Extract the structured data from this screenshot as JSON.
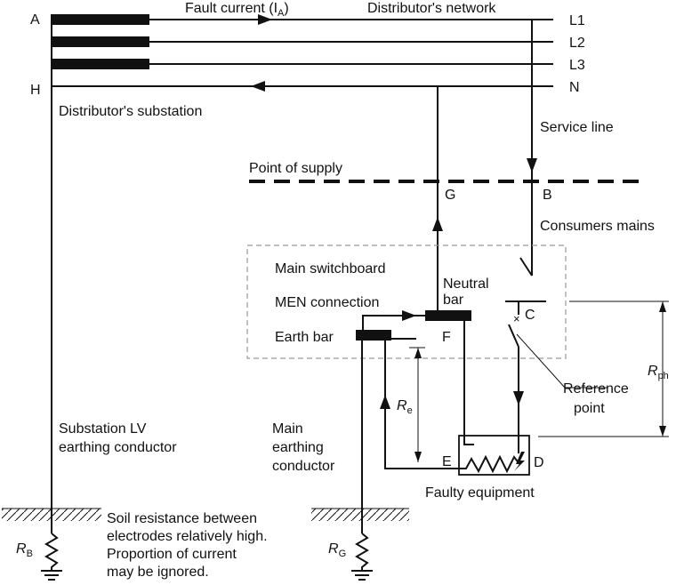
{
  "labels": {
    "a": "A",
    "h": "H",
    "fault_current": "Fault current (I",
    "fault_current_sub": "A",
    "fault_current_close": ")",
    "distributors_network": "Distributor's network",
    "l1": "L1",
    "l2": "L2",
    "l3": "L3",
    "n": "N",
    "distributors_substation": "Distributor's substation",
    "service_line": "Service line",
    "point_of_supply": "Point of supply",
    "g": "G",
    "b": "B",
    "consumers_mains": "Consumers mains",
    "main_switchboard": "Main switchboard",
    "neutral": "Neutral",
    "bar": "bar",
    "men_connection": "MEN connection",
    "c": "C",
    "earth_bar": "Earth bar",
    "f": "F",
    "r_ph": "R",
    "r_ph_sub": "ph",
    "reference": "Reference",
    "point": "point",
    "r_e": "R",
    "r_e_sub": "e",
    "substation_lv_1": "Substation LV",
    "substation_lv_2": "earthing conductor",
    "main_earthing_1": "Main",
    "main_earthing_2": "earthing",
    "main_earthing_3": "conductor",
    "e": "E",
    "d": "D",
    "faulty_equipment": "Faulty equipment",
    "soil_1": "Soil resistance between",
    "soil_2": "electrodes relatively high.",
    "soil_3": "Proportion of current",
    "soil_4": "may be ignored.",
    "r_b": "R",
    "r_b_sub": "B",
    "r_g": "R",
    "r_g_sub": "G"
  }
}
